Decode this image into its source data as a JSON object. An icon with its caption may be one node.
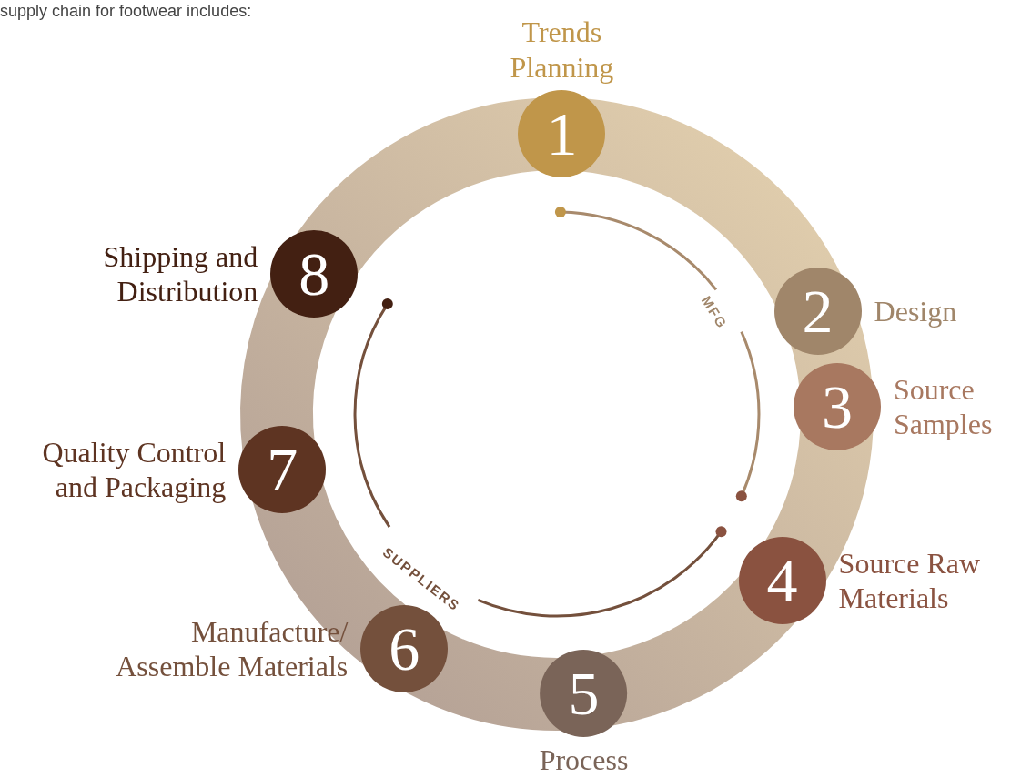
{
  "diagram": {
    "nodes": [
      {
        "text": [
          "Trends Planning",
          "1"
        ]
      },
      {
        "text": [
          "2",
          "Design"
        ]
      },
      {
        "text": [
          "3",
          "Source Samples"
        ]
      },
      {
        "text": [
          "4",
          "Source Raw Materials"
        ]
      },
      {
        "text": [
          "5",
          "Process"
        ]
      },
      {
        "text": [
          "Manufacture/ Assemble Materials",
          "6"
        ]
      },
      {
        "text": [
          "Quality Control and Packaging",
          "7"
        ]
      },
      {
        "text": [
          "Shipping and Distribution",
          "8"
        ]
      }
    ],
    "edges": [
      {
        "from": 0,
        "to": 1,
        "arrow": "none",
        "style": "thick"
      },
      {
        "from": 1,
        "to": 2,
        "arrow": "none",
        "style": "thick"
      },
      {
        "from": 2,
        "to": 3,
        "arrow": "none",
        "style": "thick"
      },
      {
        "from": 3,
        "to": 4,
        "arrow": "none",
        "style": "thick"
      },
      {
        "from": 4,
        "to": 5,
        "arrow": "none",
        "style": "thick"
      },
      {
        "from": 5,
        "to": 6,
        "arrow": "none",
        "style": "thick"
      },
      {
        "from": 6,
        "to": 7,
        "arrow": "none",
        "style": "thick"
      },
      {
        "from": 7,
        "to": 0,
        "arrow": "none",
        "style": "thick"
      }
    ],
    "labels": [
      "supply chain for footwear includes:",
      "MFG",
      "SUPPLIERS"
    ]
  }
}
